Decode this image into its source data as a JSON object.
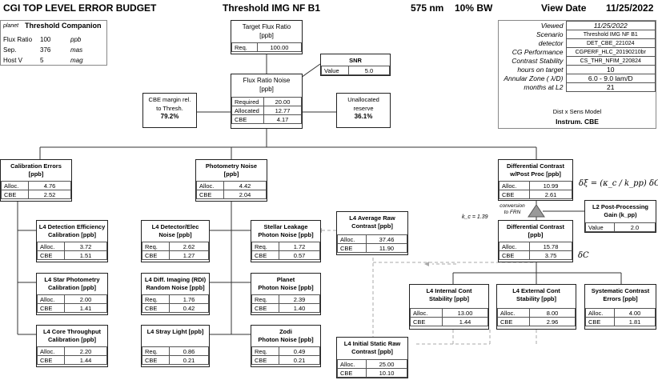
{
  "header": {
    "title": "CGI TOP LEVEL ERROR BUDGET",
    "scenario": "Threshold IMG NF B1",
    "wavelength": "575 nm",
    "bandwidth": "10% BW",
    "view_date_label": "View Date",
    "view_date": "11/25/2022"
  },
  "planet": {
    "label": "planet",
    "name": "Threshold Companion",
    "rows": [
      {
        "k": "Flux Ratio",
        "v": "100",
        "u": "ppb"
      },
      {
        "k": "Sep.",
        "v": "376",
        "u": "mas"
      },
      {
        "k": "Host V",
        "v": "5",
        "u": "mag"
      }
    ]
  },
  "info": {
    "rows": [
      {
        "k": "Viewed",
        "v": "11/25/2022"
      },
      {
        "k": "Scenario",
        "v": "Threshold IMG NF B1"
      },
      {
        "k": "detector",
        "v": "DET_CBE_221024"
      },
      {
        "k": "CG Performance",
        "v": "CGPERF_HLC_20190210br"
      },
      {
        "k": "Contrast Stability",
        "v": "CS_THR_NFIM_220824"
      },
      {
        "k": "hours on target",
        "v": "10"
      },
      {
        "k": "Annular Zone ( λ/D)",
        "v": "6.0 - 9.0  lam/D"
      },
      {
        "k": "months at L2",
        "v": "21"
      }
    ],
    "model_note": "Dist x Sens Model",
    "model": "Instrum. CBE"
  },
  "target": {
    "t1": "Target Flux Ratio",
    "t2": "[ppb]",
    "k": "Req.",
    "v": "100.00"
  },
  "snr": {
    "t": "SNR",
    "k": "Value",
    "v": "5.0"
  },
  "frn": {
    "t1": "Flux Ratio Noise",
    "t2": "[ppb]",
    "rows": [
      {
        "k": "Required",
        "v": "20.00"
      },
      {
        "k": "Allocated",
        "v": "12.77"
      },
      {
        "k": "CBE",
        "v": "4.17"
      }
    ]
  },
  "cbe_margin": {
    "t1": "CBE margin rel.",
    "t2": "to Thresh.",
    "v": "79.2%"
  },
  "unalloc": {
    "t1": "Unallocated",
    "t2": "reserve",
    "v": "36.1%"
  },
  "cal": {
    "t1": "Calibration Errors",
    "t2": "[ppb]",
    "rows": [
      {
        "k": "Alloc.",
        "v": "4.76"
      },
      {
        "k": "CBE",
        "v": "2.52"
      }
    ]
  },
  "phot": {
    "t1": "Photometry Noise",
    "t2": "[ppb]",
    "rows": [
      {
        "k": "Alloc.",
        "v": "4.42"
      },
      {
        "k": "CBE",
        "v": "2.04"
      }
    ]
  },
  "dc_post": {
    "t1": "Differential Contrast",
    "t2": "w/Post Proc [ppb]",
    "rows": [
      {
        "k": "Alloc.",
        "v": "10.99"
      },
      {
        "k": "CBE",
        "v": "2.61"
      }
    ]
  },
  "formula1": "δξ = (κ_c / k_pp) δC",
  "conversion": {
    "t1": "conversion",
    "t2": "to FRN"
  },
  "kc": "k_c = 1.39",
  "l2pp": {
    "t1": "L2 Post-Processing",
    "t2": "Gain   (k_pp)",
    "k": "Value",
    "v": "2.0"
  },
  "dc": {
    "t1": "Differential Contrast",
    "t2": "[ppb]",
    "rows": [
      {
        "k": "Alloc.",
        "v": "15.78"
      },
      {
        "k": "CBE",
        "v": "3.75"
      }
    ]
  },
  "dc_label": "δC",
  "l4det": {
    "t1": "L4 Detection Efficiency",
    "t2": "Calibration [ppb]",
    "rows": [
      {
        "k": "Alloc.",
        "v": "3.72"
      },
      {
        "k": "CBE",
        "v": "1.51"
      }
    ]
  },
  "l4star": {
    "t1": "L4 Star Photometry",
    "t2": "Calibration [ppb]",
    "rows": [
      {
        "k": "Alloc.",
        "v": "2.00"
      },
      {
        "k": "CBE",
        "v": "1.41"
      }
    ]
  },
  "l4core": {
    "t1": "L4 Core Throughput",
    "t2": "Calibration [ppb]",
    "rows": [
      {
        "k": "Alloc.",
        "v": "2.20"
      },
      {
        "k": "CBE",
        "v": "1.44"
      }
    ]
  },
  "l4detelec": {
    "t1": "L4 Detector/Elec",
    "t2": "Noise [ppb]",
    "rows": [
      {
        "k": "Req.",
        "v": "2.62"
      },
      {
        "k": "CBE",
        "v": "1.27"
      }
    ]
  },
  "l4diff": {
    "t1": "L4 Diff. Imaging  (RDI)",
    "t2": "Random Noise [ppb]",
    "rows": [
      {
        "k": "Req.",
        "v": "1.76"
      },
      {
        "k": "CBE",
        "v": "0.42"
      }
    ]
  },
  "l4stray": {
    "t1": "L4 Stray Light [ppb]",
    "t2": "",
    "rows": [
      {
        "k": "Req.",
        "v": "0.86"
      },
      {
        "k": "CBE",
        "v": "0.21"
      }
    ]
  },
  "stellar": {
    "t1": "Stellar Leakage",
    "t2": "Photon Noise [ppb]",
    "rows": [
      {
        "k": "Req.",
        "v": "1.72"
      },
      {
        "k": "CBE",
        "v": "0.57"
      }
    ]
  },
  "planetpn": {
    "t1": "Planet",
    "t2": "Photon Noise [ppb]",
    "rows": [
      {
        "k": "Req.",
        "v": "2.39"
      },
      {
        "k": "CBE",
        "v": "1.40"
      }
    ]
  },
  "zodi": {
    "t1": "Zodi",
    "t2": "Photon Noise [ppb]",
    "rows": [
      {
        "k": "Req.",
        "v": "0.49"
      },
      {
        "k": "CBE",
        "v": "0.21"
      }
    ]
  },
  "l4avg": {
    "t1": "L4 Average Raw",
    "t2": "Contrast [ppb]",
    "rows": [
      {
        "k": "Alloc.",
        "v": "37.46"
      },
      {
        "k": "CBE",
        "v": "11.90"
      }
    ]
  },
  "l4init": {
    "t1": "L4 Initial Static Raw",
    "t2": "Contrast [ppb]",
    "rows": [
      {
        "k": "Alloc.",
        "v": "25.00"
      },
      {
        "k": "CBE",
        "v": "10.10"
      }
    ]
  },
  "l4int": {
    "t1": "L4 Internal Cont",
    "t2": "Stability  [ppb]",
    "rows": [
      {
        "k": "Alloc.",
        "v": "13.00"
      },
      {
        "k": "CBE",
        "v": "1.44"
      }
    ]
  },
  "l4ext": {
    "t1": "L4 External Cont",
    "t2": "Stability  [ppb]",
    "rows": [
      {
        "k": "Alloc.",
        "v": "8.00"
      },
      {
        "k": "CBE",
        "v": "2.96"
      }
    ]
  },
  "sys": {
    "t1": "Systematic Contrast",
    "t2": "Errors  [ppb]",
    "rows": [
      {
        "k": "Alloc.",
        "v": "4.00"
      },
      {
        "k": "CBE",
        "v": "1.81"
      }
    ]
  },
  "colors": {
    "line": "#333333",
    "dashed": "#aaaaaa",
    "triangle": "#999999"
  }
}
